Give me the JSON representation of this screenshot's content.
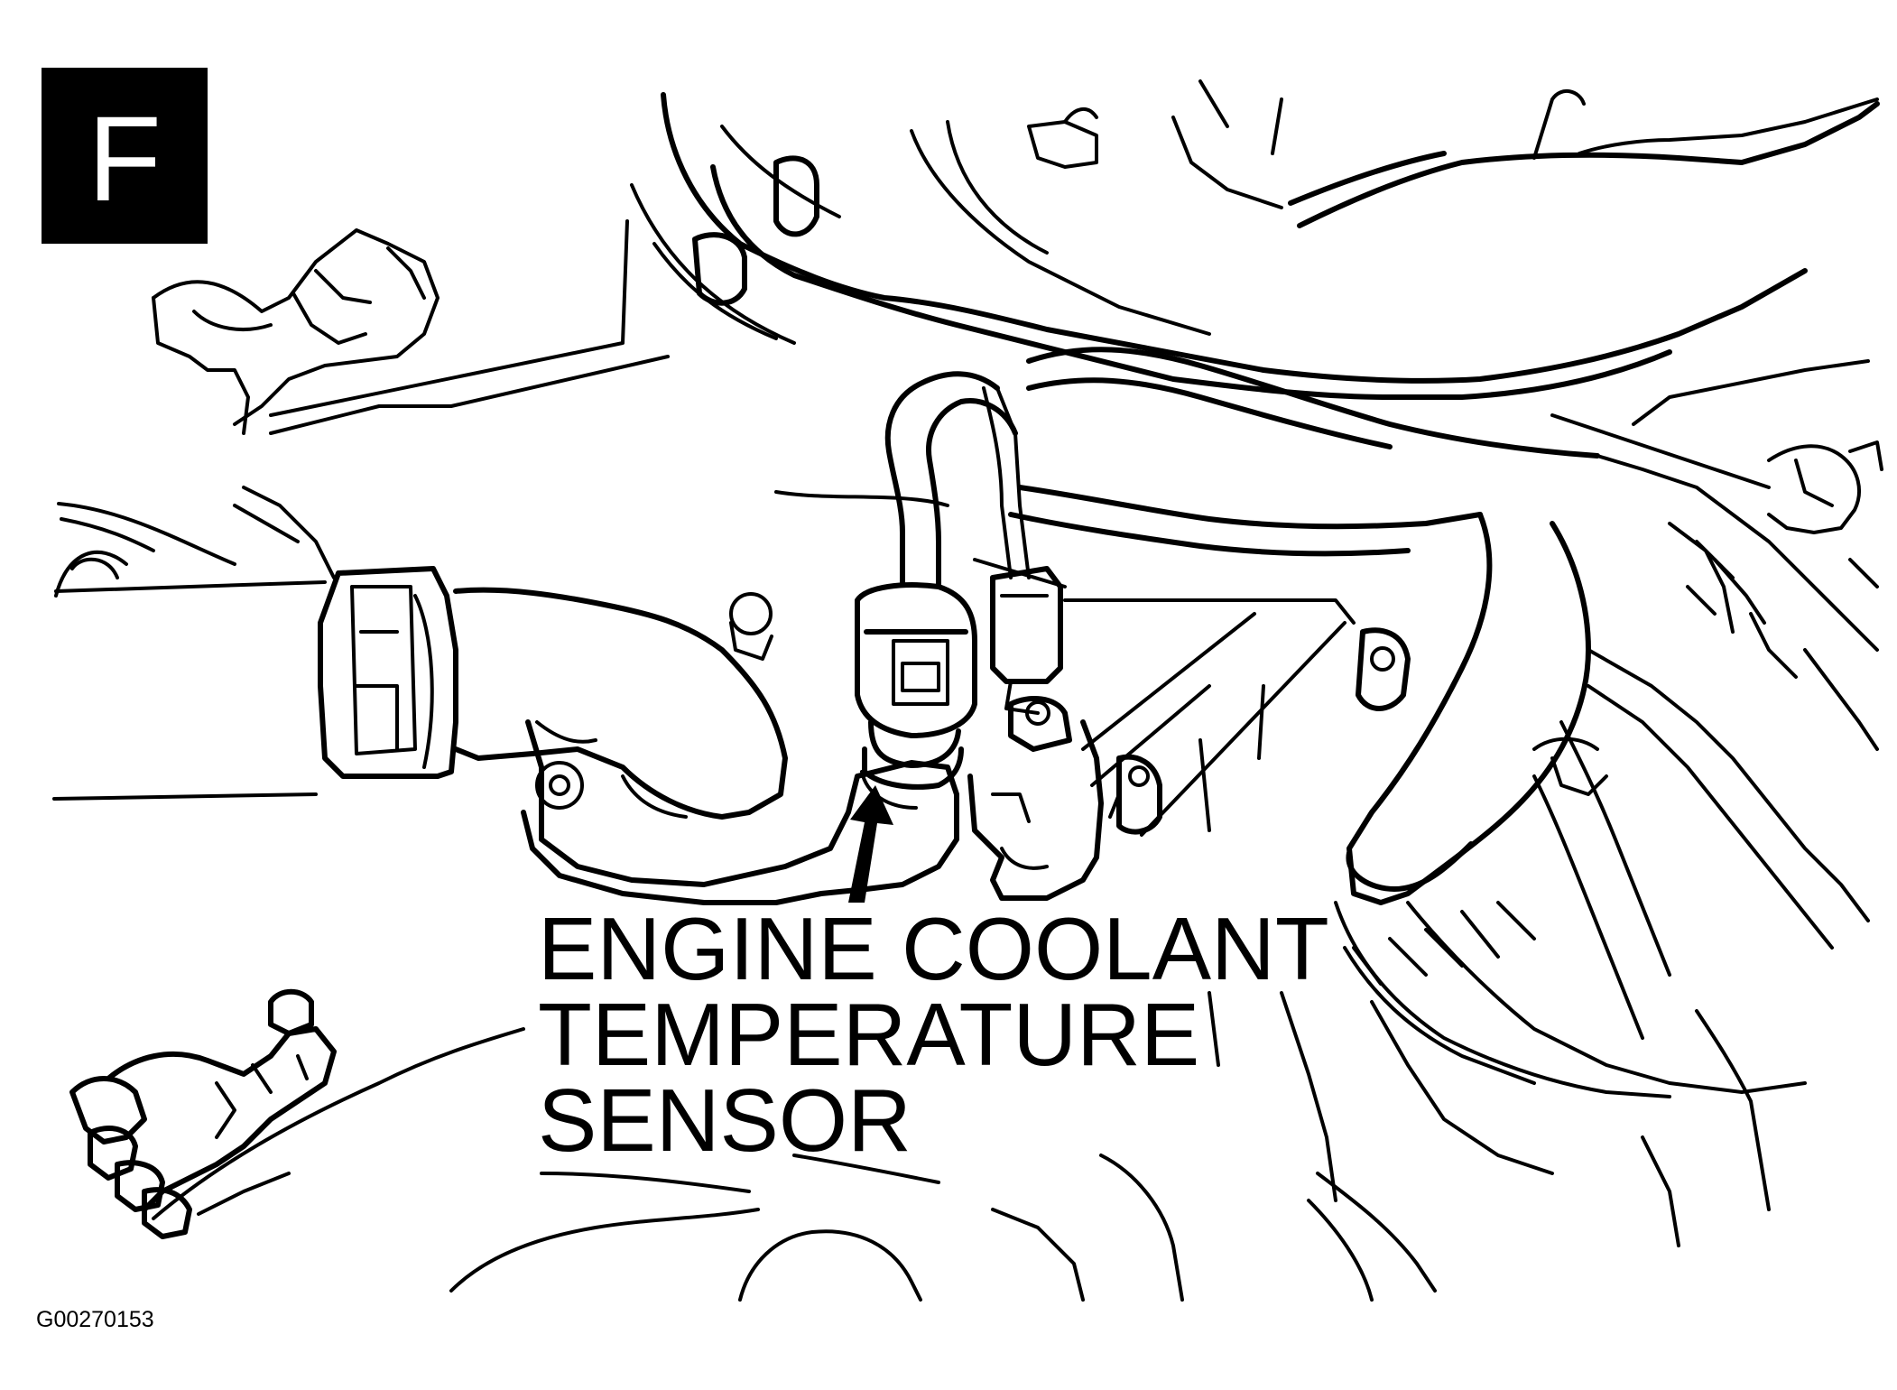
{
  "figure": {
    "panel_letter": "F",
    "callout": {
      "lines": [
        "ENGINE COOLANT",
        "TEMPERATURE",
        "SENSOR"
      ]
    },
    "figure_id": "G00270153"
  },
  "colors": {
    "ink": "#000000",
    "paper": "#ffffff"
  }
}
